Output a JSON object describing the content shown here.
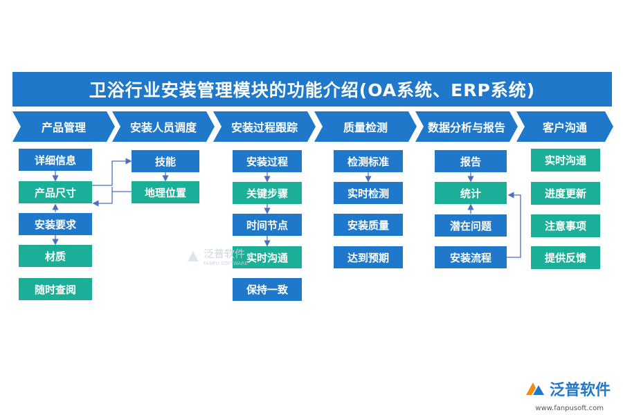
{
  "title": "卫浴行业安装管理模块的功能介绍(OA系统、ERP系统)",
  "categories": [
    "产品管理",
    "安装人员调度",
    "安装过程跟踪",
    "质量检测",
    "数据分析与报告",
    "客户沟通"
  ],
  "product": {
    "items": [
      "详细信息",
      "产品尺寸",
      "安装要求",
      "材质",
      "随时查阅"
    ]
  },
  "dispatch": {
    "items": [
      "技能",
      "地理位置"
    ]
  },
  "tracking": {
    "items": [
      "安装过程",
      "关键步骤",
      "时间节点",
      "实时沟通",
      "保持一致"
    ]
  },
  "quality": {
    "items": [
      "检测标准",
      "实时检测",
      "安装质量",
      "达到预期"
    ]
  },
  "analysis": {
    "items": [
      "报告",
      "统计",
      "潜在问题",
      "安装流程"
    ]
  },
  "customer": {
    "items": [
      "实时沟通",
      "进度更新",
      "注意事项",
      "提供反馈"
    ]
  },
  "watermark": {
    "text": "泛普软件",
    "sub": "FANPU SOFTWARE"
  },
  "logo": {
    "text": "泛普软件",
    "url": "www.fanpusoft.com"
  },
  "colors": {
    "primary_blue": "#1f78c9",
    "teal": "#1aaf96",
    "arrow": "#4a6fc3"
  }
}
